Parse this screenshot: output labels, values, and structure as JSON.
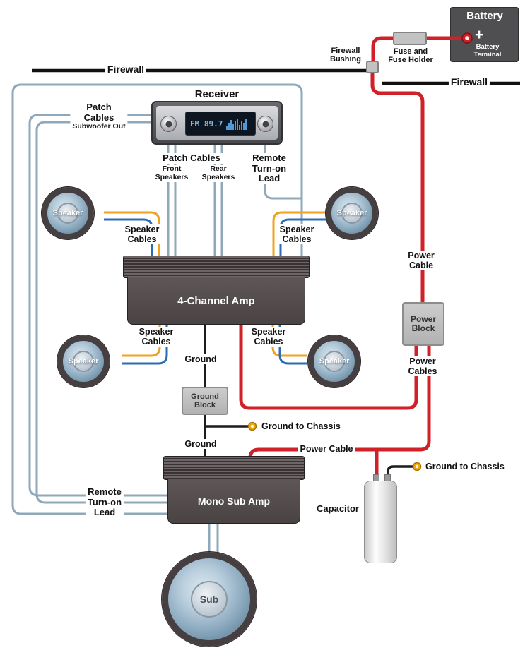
{
  "colors": {
    "power_wire": "#cf2127",
    "signal_wire": "#8fa9ba",
    "speaker_wire_yellow": "#f0a222",
    "speaker_wire_blue": "#2b6cb3",
    "ground_wire": "#1c1c1c",
    "terminal_yellow": "#f0a500",
    "amp_body": "#554e4f",
    "block_gray": "#c0c0c0"
  },
  "battery": {
    "label": "Battery",
    "plus": "+",
    "terminal": [
      "Battery",
      "Terminal"
    ]
  },
  "fuse": {
    "label": [
      "Fuse and",
      "Fuse Holder"
    ]
  },
  "firewall": {
    "left": "Firewall",
    "right": "Firewall",
    "bushing": [
      "Firewall",
      "Bushing"
    ]
  },
  "receiver": {
    "label": "Receiver",
    "station": "FM 89.7"
  },
  "patch": {
    "subwoofer_out": [
      "Patch",
      "Cables",
      "Subwoofer Out"
    ],
    "main": "Patch Cables",
    "front": [
      "Front",
      "Speakers"
    ],
    "rear": [
      "Rear",
      "Speakers"
    ]
  },
  "remote": {
    "top": [
      "Remote",
      "Turn-on",
      "Lead"
    ],
    "bottom": [
      "Remote",
      "Turn-on",
      "Lead"
    ]
  },
  "amp4": {
    "label": "4-Channel Amp"
  },
  "mono_amp": {
    "label": "Mono Sub Amp"
  },
  "speakers": {
    "front_left": "Speaker",
    "front_right": "Speaker",
    "rear_left": "Speaker",
    "rear_right": "Speaker"
  },
  "sub": {
    "label": "Sub"
  },
  "speaker_cables": {
    "front_left": [
      "Speaker",
      "Cables"
    ],
    "front_right": [
      "Speaker",
      "Cables"
    ],
    "rear_left": [
      "Speaker",
      "Cables"
    ],
    "rear_right": [
      "Speaker",
      "Cables"
    ]
  },
  "power": {
    "cable_main": [
      "Power",
      "Cable"
    ],
    "block": [
      "Power",
      "Block"
    ],
    "cables": [
      "Power",
      "Cables"
    ],
    "cable_sub": "Power Cable"
  },
  "ground": {
    "top": "Ground",
    "bottom": "Ground",
    "block": [
      "Ground",
      "Block"
    ],
    "chassis_mid": "Ground to Chassis",
    "chassis_cap": "Ground to Chassis"
  },
  "capacitor": {
    "label": "Capacitor"
  }
}
